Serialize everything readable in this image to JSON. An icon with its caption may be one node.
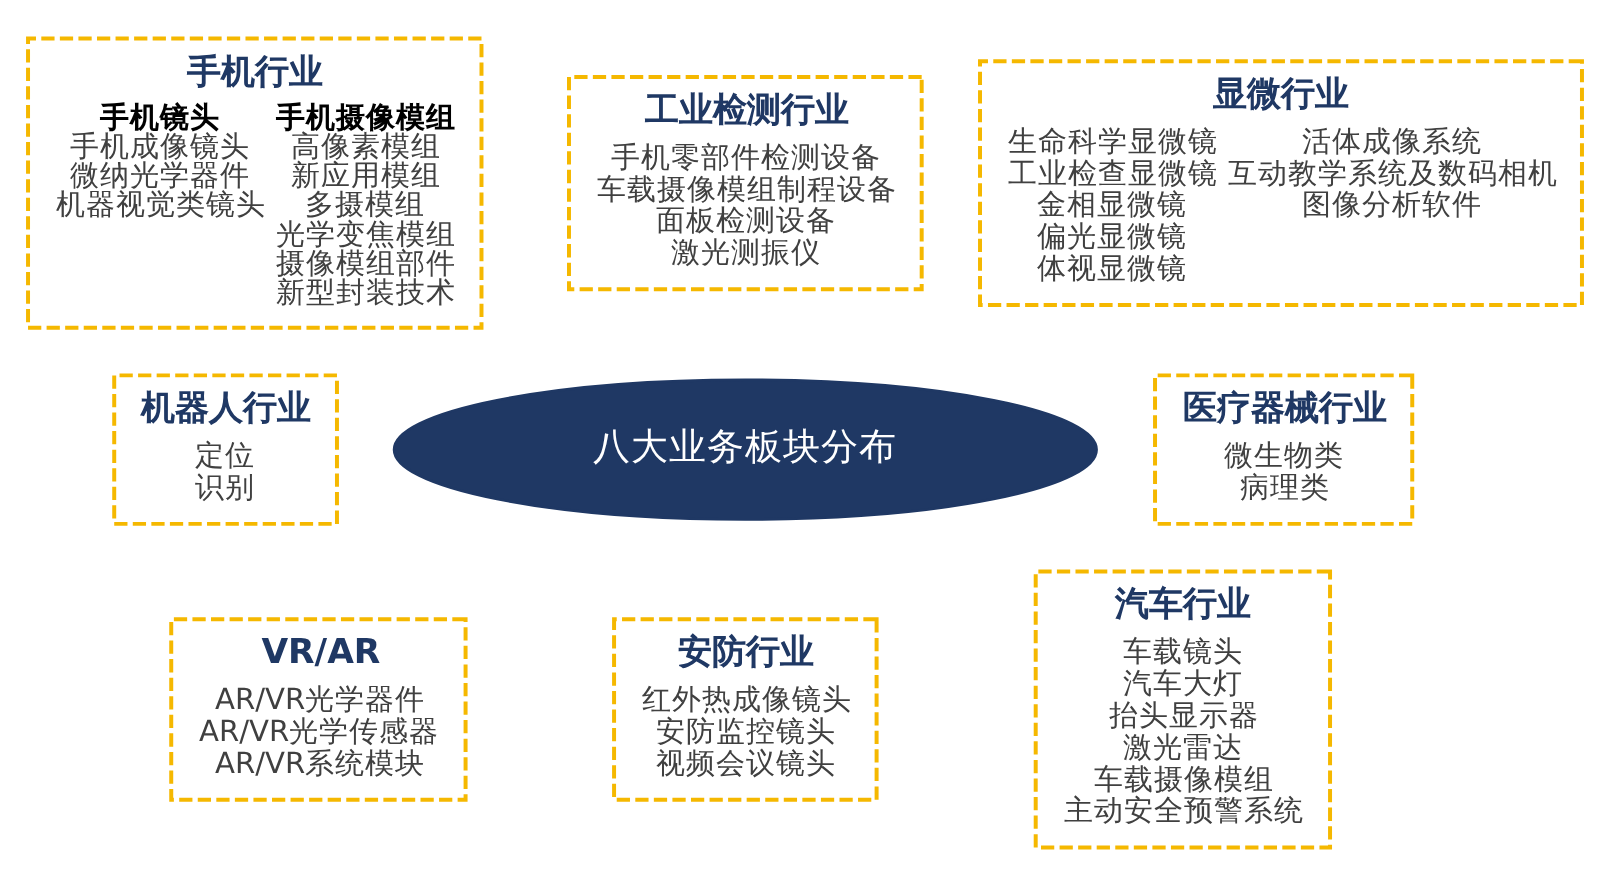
{
  "diagram": {
    "nodes": [
      {
        "text": [
          "手机行业",
          "手机镜头",
          "手机成像镜头",
          "微纳光学器件",
          "机器视觉类镜头",
          "手机摄像模组",
          "高像素模组",
          "新应用模组",
          "多摄模组",
          "光学变焦模组",
          "摄像模组部件",
          "新型封装技术"
        ]
      },
      {
        "text": [
          "工业检测行业",
          "手机零部件检测设备",
          "车载摄像模组制程设备",
          "面板检测设备",
          "激光测振仪"
        ]
      },
      {
        "text": [
          "显微行业",
          "生命科学显微镜",
          "工业检查显微镜",
          "金相显微镜",
          "偏光显微镜",
          "体视显微镜",
          "活体成像系统",
          "互动教学系统及数码相机",
          "图像分析软件"
        ]
      },
      {
        "text": [
          "机器人行业",
          "定位",
          "识别"
        ]
      },
      {
        "text": [
          "八大业务板块分布"
        ]
      },
      {
        "text": [
          "医疗器械行业",
          "微生物类",
          "病理类"
        ]
      },
      {
        "text": [
          "VR/AR",
          "AR/VR光学器件",
          "AR/VR光学传感器",
          "AR/VR系统模块"
        ]
      },
      {
        "text": [
          "安防行业",
          "红外热成像镜头",
          "安防监控镜头",
          "视频会议镜头"
        ]
      },
      {
        "text": [
          "汽车行业",
          "车载镜头",
          "汽车大灯",
          "抬头显示器",
          "激光雷达",
          "车载摄像模组",
          "主动安全预警系统"
        ]
      }
    ]
  }
}
